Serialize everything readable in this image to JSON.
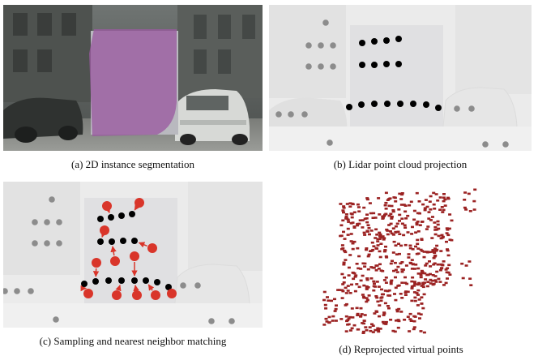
{
  "captions": {
    "a": "(a) 2D instance segmentation",
    "b": "(b) Lidar point cloud projection",
    "c": "(c) Sampling and nearest neighbor matching",
    "d": "(d) Reprojected virtual points"
  },
  "colors": {
    "mask": "#9a5aa0",
    "lidar_point": "#000000",
    "background_point": "#8c8c8c",
    "sample_point": "#d9352a",
    "virtual_point": "#9b2222"
  }
}
